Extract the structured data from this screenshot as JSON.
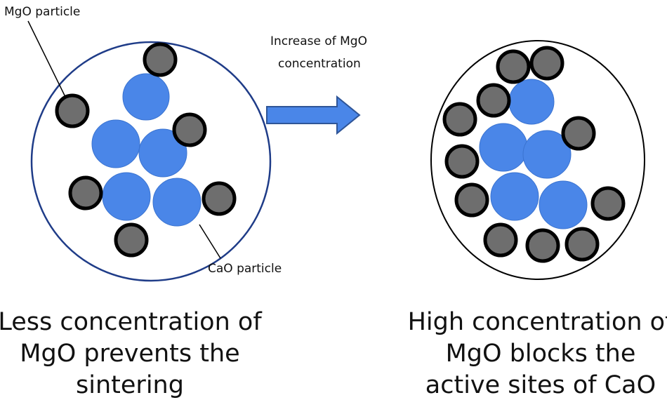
{
  "labels": {
    "mgo_particle": "MgO particle",
    "cao_particle": "CaO particle",
    "arrow_line1": "Increase of MgO",
    "arrow_line2": "concentration"
  },
  "captions": {
    "left": [
      "Less concentration of",
      "MgO prevents the",
      "sintering"
    ],
    "right": [
      "High concentration of",
      "MgO blocks the",
      "active sites  of CaO"
    ]
  },
  "colors": {
    "cao_fill": "#4a86e8",
    "mgo_fill": "#6e6e6e",
    "mgo_stroke": "#000000",
    "circle_stroke": "#1f3c88",
    "arrow_fill": "#4a86e8",
    "arrow_stroke": "#2f5597"
  }
}
